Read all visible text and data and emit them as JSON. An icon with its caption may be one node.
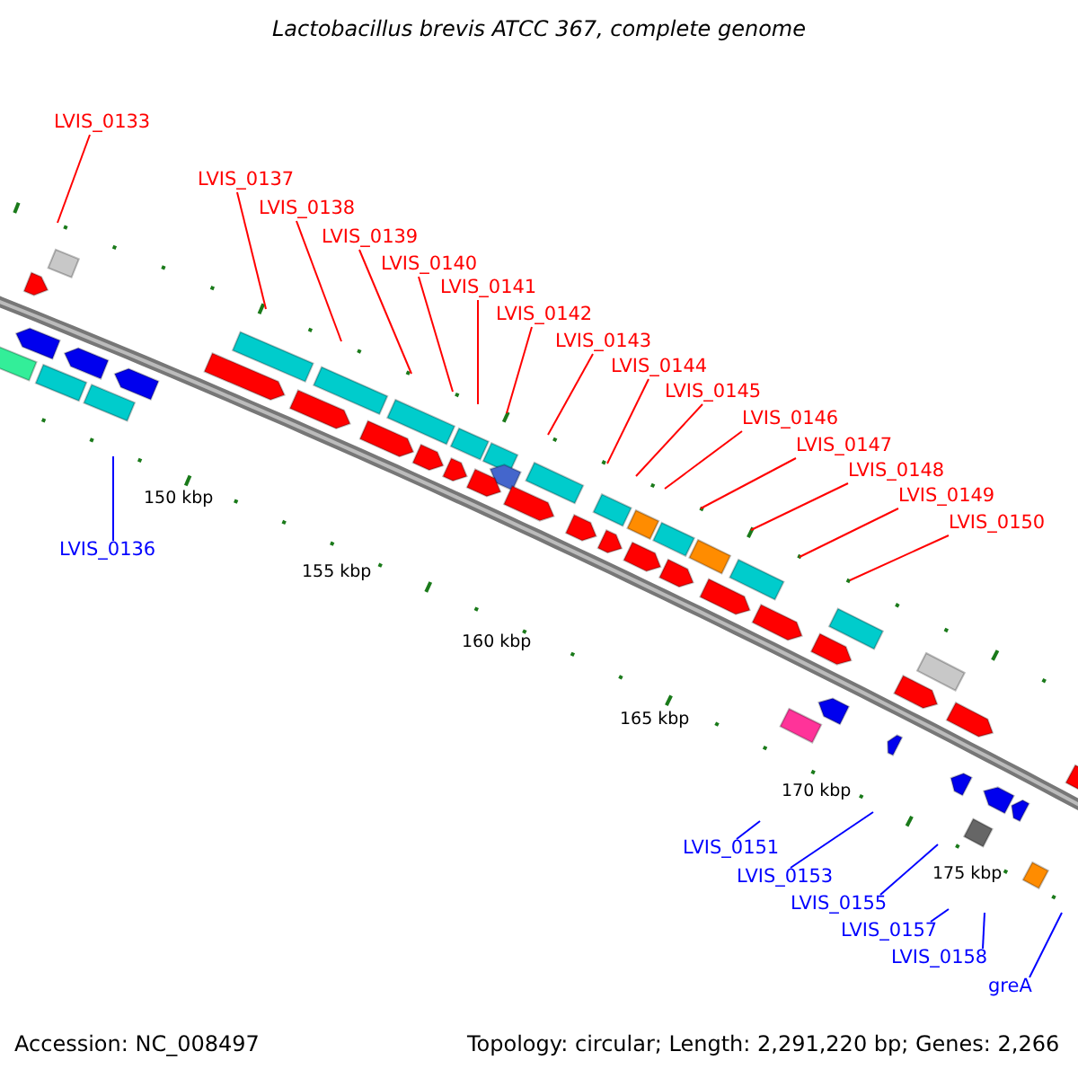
{
  "diagram": {
    "title": "Lactobacillus brevis ATCC 367, complete genome",
    "nodes": [
      {
        "text": [
          "LVIS_0133"
        ]
      },
      {
        "text": [
          "LVIS_0137"
        ]
      },
      {
        "text": [
          "LVIS_0138"
        ]
      },
      {
        "text": [
          "LVIS_0139"
        ]
      },
      {
        "text": [
          "LVIS_0140"
        ]
      },
      {
        "text": [
          "LVIS_0141"
        ]
      },
      {
        "text": [
          "LVIS_0142"
        ]
      },
      {
        "text": [
          "LVIS_0143"
        ]
      },
      {
        "text": [
          "LVIS_0144"
        ]
      },
      {
        "text": [
          "LVIS_0145"
        ]
      },
      {
        "text": [
          "LVIS_0146"
        ]
      },
      {
        "text": [
          "LVIS_0147"
        ]
      },
      {
        "text": [
          "LVIS_0148"
        ]
      },
      {
        "text": [
          "LVIS_0149"
        ]
      },
      {
        "text": [
          "LVIS_0150"
        ]
      },
      {
        "text": [
          "LVIS_0136"
        ]
      },
      {
        "text": [
          "LVIS_0151"
        ]
      },
      {
        "text": [
          "LVIS_0153"
        ]
      },
      {
        "text": [
          "LVIS_0155"
        ]
      },
      {
        "text": [
          "LVIS_0157"
        ]
      },
      {
        "text": [
          "LVIS_0158"
        ]
      },
      {
        "text": [
          "greA"
        ]
      }
    ],
    "edges": [
      {
        "from": 0,
        "to": null,
        "arrow": "none"
      },
      {
        "from": 1,
        "to": null,
        "arrow": "none"
      },
      {
        "from": 2,
        "to": null,
        "arrow": "none"
      },
      {
        "from": 3,
        "to": null,
        "arrow": "none"
      },
      {
        "from": 4,
        "to": null,
        "arrow": "none"
      },
      {
        "from": 5,
        "to": null,
        "arrow": "none"
      },
      {
        "from": 6,
        "to": null,
        "arrow": "none"
      },
      {
        "from": 7,
        "to": null,
        "arrow": "none"
      },
      {
        "from": 8,
        "to": null,
        "arrow": "none"
      },
      {
        "from": 9,
        "to": null,
        "arrow": "none"
      },
      {
        "from": 10,
        "to": null,
        "arrow": "none"
      },
      {
        "from": 11,
        "to": null,
        "arrow": "none"
      },
      {
        "from": 12,
        "to": null,
        "arrow": "none"
      },
      {
        "from": 13,
        "to": null,
        "arrow": "none"
      },
      {
        "from": 14,
        "to": null,
        "arrow": "none"
      },
      {
        "from": 15,
        "to": null,
        "arrow": "none",
        "color": "#0000ff"
      },
      {
        "from": 16,
        "to": null,
        "arrow": "none",
        "color": "#0000ff"
      },
      {
        "from": 17,
        "to": null,
        "arrow": "none",
        "color": "#0000ff"
      },
      {
        "from": 18,
        "to": null,
        "arrow": "none",
        "color": "#0000ff"
      },
      {
        "from": 19,
        "to": null,
        "arrow": "none",
        "color": "#0000ff"
      },
      {
        "from": 20,
        "to": null,
        "arrow": "none",
        "color": "#0000ff"
      },
      {
        "from": 21,
        "to": null,
        "arrow": "none",
        "color": "#0000ff"
      }
    ],
    "labels": [
      "150 kbp",
      "155 kbp",
      "160 kbp",
      "165 kbp",
      "170 kbp",
      "175 kbp",
      "Accession: NC_008497",
      "Topology: circular; Length: 2,291,220 bp; Genes: 2,266"
    ]
  }
}
